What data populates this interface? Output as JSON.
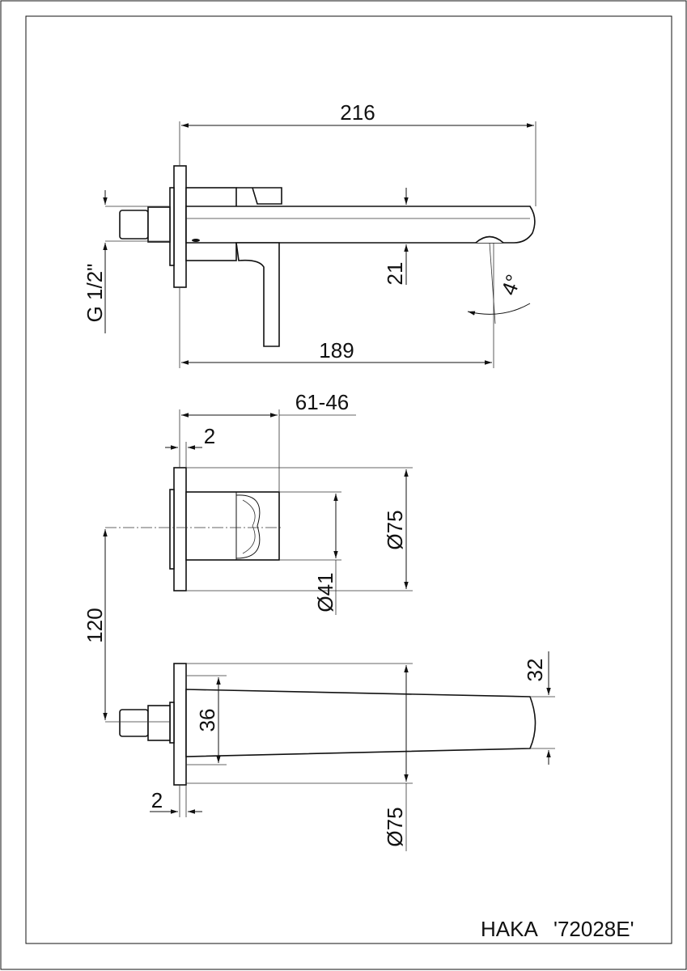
{
  "title_block": {
    "brand": "HAKA",
    "code": "'72028E'"
  },
  "dimensions": {
    "overall_length": "216",
    "spout_reach": "189",
    "spout_height": "21",
    "angle": "4°",
    "thread": "G 1/2\"",
    "depth_range": "61-46",
    "plate_thickness_top": "2",
    "plate_diameter_mid": "Ø75",
    "body_diameter": "Ø41",
    "center_distance": "120",
    "spout_width": "36",
    "spout_tip": "32",
    "plate_thickness_bottom": "2",
    "plate_diameter_bottom": "Ø75"
  }
}
